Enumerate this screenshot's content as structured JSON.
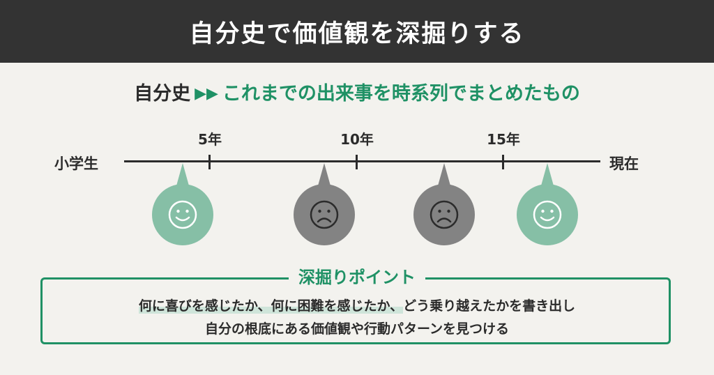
{
  "header": {
    "title": "自分史で価値観を深掘りする"
  },
  "subtitle": {
    "term": "自分史",
    "arrow": "▶▶",
    "description": "これまでの出来事を時系列でまとめたもの"
  },
  "timeline": {
    "start_label": "小学生",
    "end_label": "現在",
    "ticks": [
      "5年",
      "10年",
      "15年"
    ],
    "faces": [
      {
        "mood": "happy",
        "icon": "smiley-face-icon"
      },
      {
        "mood": "sad",
        "icon": "frowning-face-icon"
      },
      {
        "mood": "sad",
        "icon": "frowning-face-icon"
      },
      {
        "mood": "happy",
        "icon": "smiley-face-icon"
      }
    ]
  },
  "point": {
    "title": "深掘りポイント",
    "line1_highlight": "何に喜びを感じたか、何に困難を感じたか、",
    "line1_rest": "どう乗り越えたかを書き出し",
    "line2": "自分の根底にある価値観や行動パターンを見つける"
  },
  "colors": {
    "header_bg": "#333333",
    "accent": "#1f9165",
    "happy": "#86bfa6",
    "sad": "#838383",
    "background": "#f3f2ee"
  }
}
